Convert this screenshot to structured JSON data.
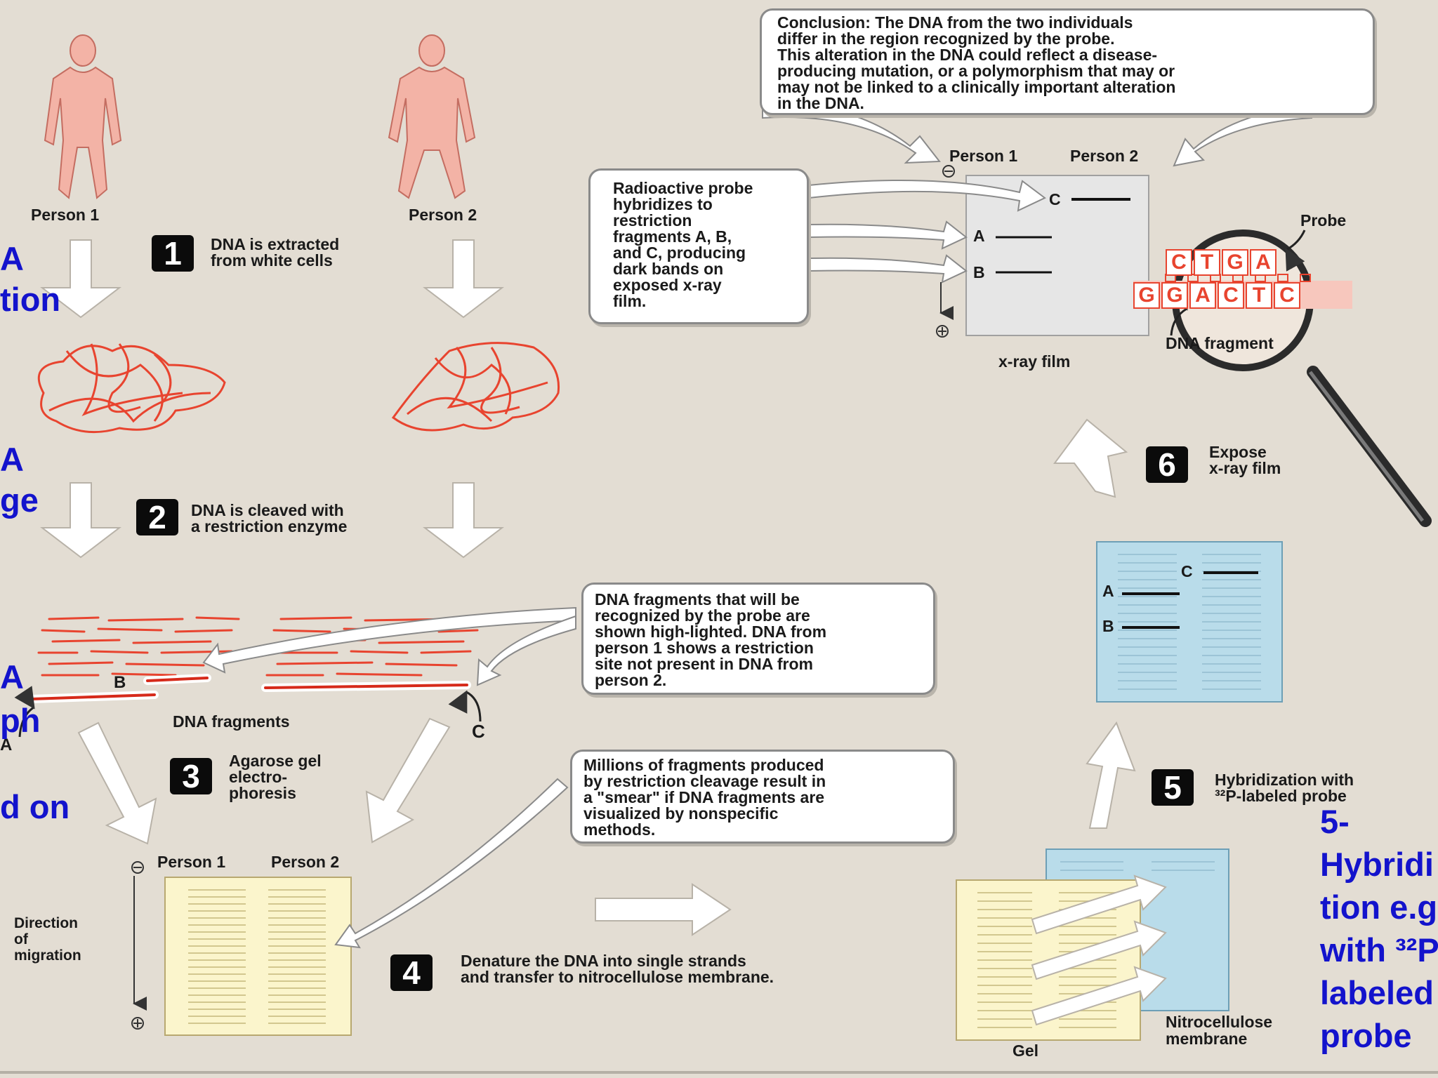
{
  "persons": {
    "p1": "Person 1",
    "p2": "Person 2"
  },
  "steps": [
    {
      "num": "1",
      "lines": [
        "DNA is extracted",
        "from white cells"
      ]
    },
    {
      "num": "2",
      "lines": [
        "DNA is cleaved with",
        "a restriction enzyme"
      ]
    },
    {
      "num": "3",
      "lines": [
        "Agarose gel",
        "electro-",
        "phoresis"
      ]
    },
    {
      "num": "4",
      "lines": [
        "Denature the DNA into single strands",
        "and transfer to nitrocellulose membrane."
      ]
    },
    {
      "num": "5",
      "lines": [
        "Hybridization with",
        "³²P-labeled probe"
      ]
    },
    {
      "num": "6",
      "lines": [
        "Expose",
        "x-ray film"
      ]
    }
  ],
  "callouts": {
    "conclusion": [
      "Conclusion: The DNA from the two individuals",
      "differ in the region recognized by the probe.",
      "This alteration in the DNA could reflect a disease-",
      "producing mutation, or a polymorphism that may or",
      "may not be linked to a clinically important alteration",
      "in the DNA."
    ],
    "radioactive": [
      "Radioactive probe",
      "hybridizes to",
      "restriction",
      "fragments A, B,",
      "and C, producing",
      "dark bands on",
      "exposed x-ray",
      "film."
    ],
    "fragments": [
      "DNA fragments that will be",
      "recognized by the probe are",
      "shown high-lighted. DNA from",
      "person 1 shows a restriction",
      "site not present in DNA from",
      "person 2."
    ],
    "millions": [
      "Millions of fragments produced",
      "by restriction cleavage result in",
      "a \"smear\" if DNA fragments are",
      "visualized by nonspecific",
      "methods."
    ]
  },
  "labels": {
    "dna_fragments": "DNA fragments",
    "xray_film": "x-ray film",
    "probe": "Probe",
    "dna_fragment": "DNA fragment",
    "direction": [
      "Direction",
      "of",
      "migration"
    ],
    "gel": "Gel",
    "nitro": [
      "Nitrocellulose",
      "membrane"
    ],
    "minus": "−",
    "plus": "+",
    "band_a": "A",
    "band_b": "B",
    "band_c": "C"
  },
  "magnifier": {
    "top_seq": [
      "C",
      "T",
      "G",
      "A"
    ],
    "bottom_seq": [
      "G",
      "G",
      "A",
      "C",
      "T",
      "C"
    ]
  },
  "left_blue": [
    [
      "A",
      "tion"
    ],
    [
      "A",
      "ge"
    ],
    [
      "A",
      "ph"
    ],
    [
      "d on"
    ]
  ],
  "right_blue": [
    "5-",
    "Hybridi",
    "tion e.g",
    "with ³²P",
    "labeled",
    "probe"
  ],
  "colors": {
    "background": "#e3ddd3",
    "dna_red": "#e8442f",
    "blue_text": "#1313cc",
    "gel_yellow": "#fbf5cc",
    "membrane_blue": "#b9dcea"
  }
}
